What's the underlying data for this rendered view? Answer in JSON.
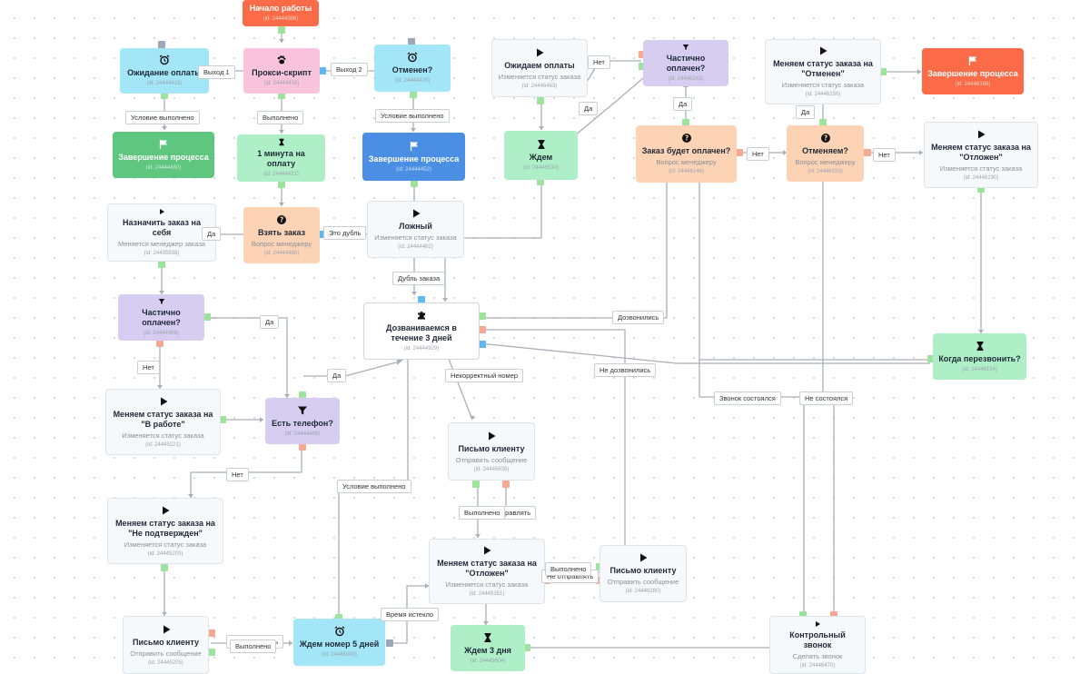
{
  "nodes": {
    "start": {
      "title": "Начало работы",
      "id": "(id: 24444386)"
    },
    "wait_payment": {
      "title": "Ожидание оплаты",
      "id": "(id: 24444415)"
    },
    "proxy": {
      "title": "Прокси-скрипт",
      "id": "(id: 24444416)"
    },
    "cancelled": {
      "title": "Отменен?",
      "id": "(id: 24444420)"
    },
    "wait_pay2": {
      "title": "Ожидаем оплаты",
      "sub": "Изменяется статус заказа",
      "id": "(id: 24446463)"
    },
    "partial_top": {
      "title": "Частично оплачен?",
      "id": "(id: 24446242)"
    },
    "status_cancel": {
      "title": "Меняем статус заказа на \"Отменен\"",
      "sub": "Изменяется статус заказа",
      "id": "(id: 24446156)"
    },
    "end_red": {
      "title": "Завершение процесса",
      "id": "(id: 24446168)"
    },
    "end_green": {
      "title": "Завершение процесса",
      "id": "(id: 24444450)"
    },
    "one_min": {
      "title": "1 минута на оплату",
      "id": "(id: 24444421)"
    },
    "end_blue": {
      "title": "Завершение процесса",
      "id": "(id: 24444452)"
    },
    "wait_mid": {
      "title": "Ждем",
      "id": "(id: 24446530)"
    },
    "will_pay": {
      "title": "Заказ будет оплачен?",
      "sub": "Вопрос менеджеру",
      "id": "(id: 24446148)"
    },
    "cancel_q": {
      "title": "Отменяем?",
      "sub": "Вопрос менеджеру",
      "id": "(id: 24446153)"
    },
    "status_postponed_r": {
      "title": "Меняем статус заказа на \"Отложен\"",
      "sub": "Изменяется статус заказа",
      "id": "(id: 24446190)"
    },
    "assign": {
      "title": "Назначить заказ на себя",
      "sub": "Меняется менеджер заказа",
      "id": "(id: 24435938)"
    },
    "take": {
      "title": "Взять заказ",
      "sub": "Вопрос менеджеру",
      "id": "(id: 24444480)"
    },
    "false_n": {
      "title": "Ложный",
      "sub": "Изменяется статус заказа",
      "id": "(id: 24444482)"
    },
    "partial_left": {
      "title": "Частично оплачен?",
      "id": "(id: 24444496)"
    },
    "calling": {
      "title": "Дозваниваемся в течение 3 дней",
      "id": "(id: 24444929)"
    },
    "when_call": {
      "title": "Когда перезвонить?",
      "id": "(id: 24446194)"
    },
    "status_work": {
      "title": "Меняем статус заказа на \"В работе\"",
      "sub": "Изменяется статус заказа",
      "id": "(id: 24445221)"
    },
    "has_phone": {
      "title": "Есть телефон?",
      "id": "(id: 24444498)"
    },
    "letter1": {
      "title": "Письмо клиенту",
      "sub": "Отправить сообщение",
      "id": "(id: 24445638)"
    },
    "not_confirmed": {
      "title": "Меняем статус заказа на \"Не подтвержден\"",
      "sub": "Изменяется статус заказа",
      "id": "(id: 24445203)"
    },
    "status_postponed_c": {
      "title": "Меняем статус заказа на \"Отложен\"",
      "sub": "Изменяется статус заказа",
      "id": "(id: 24445351)"
    },
    "letter2": {
      "title": "Письмо клиенту",
      "sub": "Отправить сообщение",
      "id": "(id: 24446280)"
    },
    "letter3": {
      "title": "Письмо клиенту",
      "sub": "Отправить сообщение",
      "id": "(id: 24445205)"
    },
    "wait5": {
      "title": "Ждем номер 5 дней",
      "id": "(id: 24445080)"
    },
    "wait3": {
      "title": "Ждем 3 дня",
      "id": "(id: 24445604)"
    },
    "control_call": {
      "title": "Контрольный звонок",
      "sub": "Сделать звонок",
      "id": "(id: 24446470)"
    }
  },
  "labels": {
    "exit1": "Выход 1",
    "exit2": "Выход 2",
    "cond1": "Условие выполнено",
    "done1": "Выполнено",
    "cond2": "Условие выполнено",
    "no1": "Нет",
    "yes1": "Да",
    "yes2": "Да",
    "no2": "Нет",
    "no3": "Нет",
    "yes3": "Да",
    "its_dup": "Это дубль",
    "yes4": "Да",
    "dup_order": "Дубль заказа",
    "reached": "Дозвонились",
    "yes5": "Да",
    "no4": "Нет",
    "yes6": "Да",
    "incorrect": "Некорректный номер",
    "not_reached": "Не дозвонились",
    "call_happened": "Звонок состоялся",
    "not_happened": "Не состоялся",
    "no5": "Нет",
    "cond3": "Условие выполнено",
    "done2": "Выполнено",
    "not_sent1": "Не отправлять",
    "done3": "Выполнено",
    "not_sent2": "Не отправлять",
    "time_expired": "Время истекло",
    "done4": "Выполнено",
    "not_sent3": "Не отправлять"
  }
}
